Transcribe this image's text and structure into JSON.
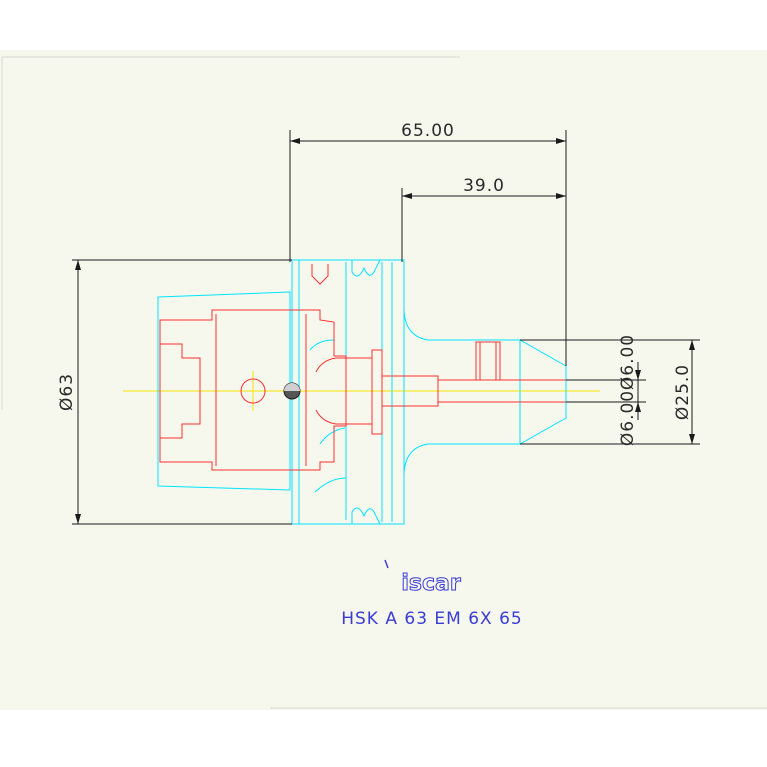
{
  "drawing": {
    "brand": "iscar",
    "caption": "HSK A 63 EM 6X 65",
    "dimensions": {
      "overall_length": "65.00",
      "projection_length": "39.0",
      "flange_diameter": "Ø63",
      "bore_diameter_top": "Ø6.00",
      "bore_diameter_bottom": "Ø6.00",
      "nose_diameter": "Ø25.0"
    },
    "colors": {
      "background": "#f6f8ee",
      "outline": "#00e5ff",
      "hidden": "#ff3030",
      "centerline": "#f5e400",
      "dimension": "#1a1a1a",
      "caption": "#3b3bd6"
    }
  }
}
